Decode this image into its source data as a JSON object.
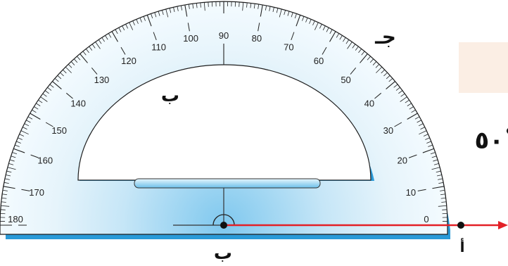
{
  "protractor": {
    "scale_min": 0,
    "scale_max": 180,
    "label_step": 10,
    "minor_step": 1,
    "tick_labels": [
      "0",
      "10",
      "20",
      "30",
      "40",
      "50",
      "60",
      "70",
      "80",
      "90",
      "100",
      "110",
      "120",
      "130",
      "140",
      "150",
      "160",
      "170",
      "180"
    ]
  },
  "points": {
    "vertex_lower": "ب",
    "vertex_inner": "ب",
    "ray_point": "أ",
    "angle_point": "جـ"
  },
  "angle_measure": "٥٠ْ",
  "colors": {
    "protractor_fill": "#bfe1f4",
    "protractor_edge": "#2a9ad8",
    "ray": "#e32027",
    "side_panel": "#fbeee4"
  }
}
